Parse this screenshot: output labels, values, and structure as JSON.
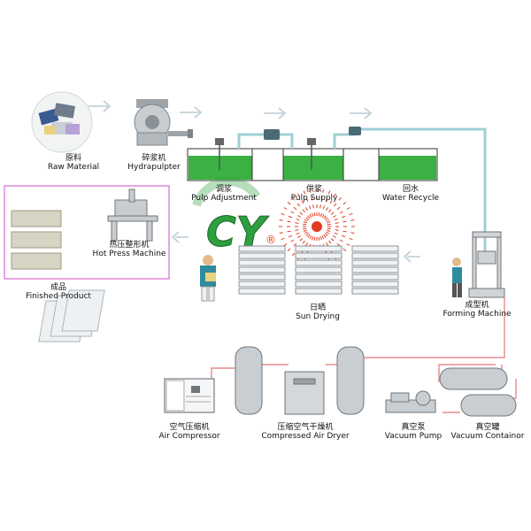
{
  "logo": {
    "text": "CY",
    "mark": "®"
  },
  "steps": {
    "raw_material": {
      "zh": "原料",
      "en": "Raw Material"
    },
    "hydrapulpter": {
      "zh": "碎浆机",
      "en": "Hydrapulpter"
    },
    "pulp_adjustment": {
      "zh": "调浆",
      "en": "Pulp Adjustment"
    },
    "pulp_supply": {
      "zh": "供浆",
      "en": "Pulp Supply"
    },
    "water_recycle": {
      "zh": "回水",
      "en": "Water Recycle"
    },
    "hot_press": {
      "zh": "热压整形机",
      "en": "Hot Press Machine"
    },
    "finished": {
      "zh": "成品",
      "en": "Finished Product"
    },
    "sun_drying": {
      "zh": "日晒",
      "en": "Sun  Drying"
    },
    "forming": {
      "zh": "成型机",
      "en": "Forming Machine"
    },
    "air_compressor": {
      "zh": "空气压缩机",
      "en": "Air Compressor"
    },
    "air_dryer": {
      "zh": "压缩空气干燥机",
      "en": "Compressed Air Dryer"
    },
    "vacuum_pump": {
      "zh": "真空泵",
      "en": "Vacuum Pump"
    },
    "vacuum_container": {
      "zh": "真空罐",
      "en": "Vacuum Containor"
    }
  },
  "colors": {
    "pulp_green": "#3cb043",
    "logo_green": "#2e9e3e",
    "pipe_blue": "#9fcfd6",
    "pipe_red": "#e58b8b",
    "hotpress_frame": "#d46ad0",
    "sun_red": "#e23a1e",
    "arrow_gray": "#b9ccd3"
  },
  "icons": {
    "sun": "sun-icon",
    "worker": "worker-icon",
    "arrow": "flow-arrow-icon"
  }
}
